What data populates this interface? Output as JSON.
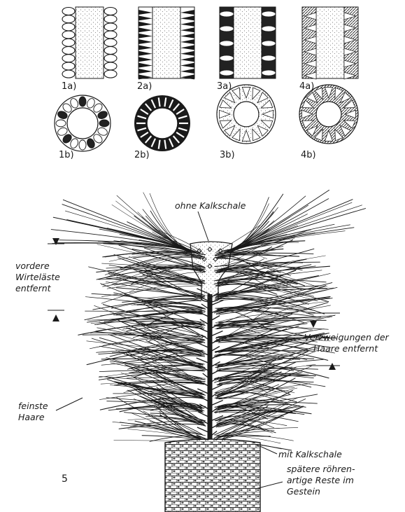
{
  "figures": {
    "row_a": [
      "1a)",
      "2a)",
      "3a)",
      "4a)"
    ],
    "row_b": [
      "1b)",
      "2b)",
      "3b)",
      "4b)"
    ],
    "main": "5"
  },
  "labels": {
    "top": "ohne Kalkschale",
    "left_upper": [
      "vordere",
      "Wirteläste",
      "entfernt"
    ],
    "right_upper": [
      "Verzweigungen der",
      "Haare entfernt"
    ],
    "left_lower": [
      "feinste",
      "Haare"
    ],
    "right_mid": "mit Kalkschale",
    "right_lower": [
      "spätere röhren-",
      "artige Reste im",
      "Gestein"
    ]
  },
  "colors": {
    "ink": "#1a1a1a",
    "paper": "#ffffff",
    "stipple": "#d9d9d9"
  }
}
